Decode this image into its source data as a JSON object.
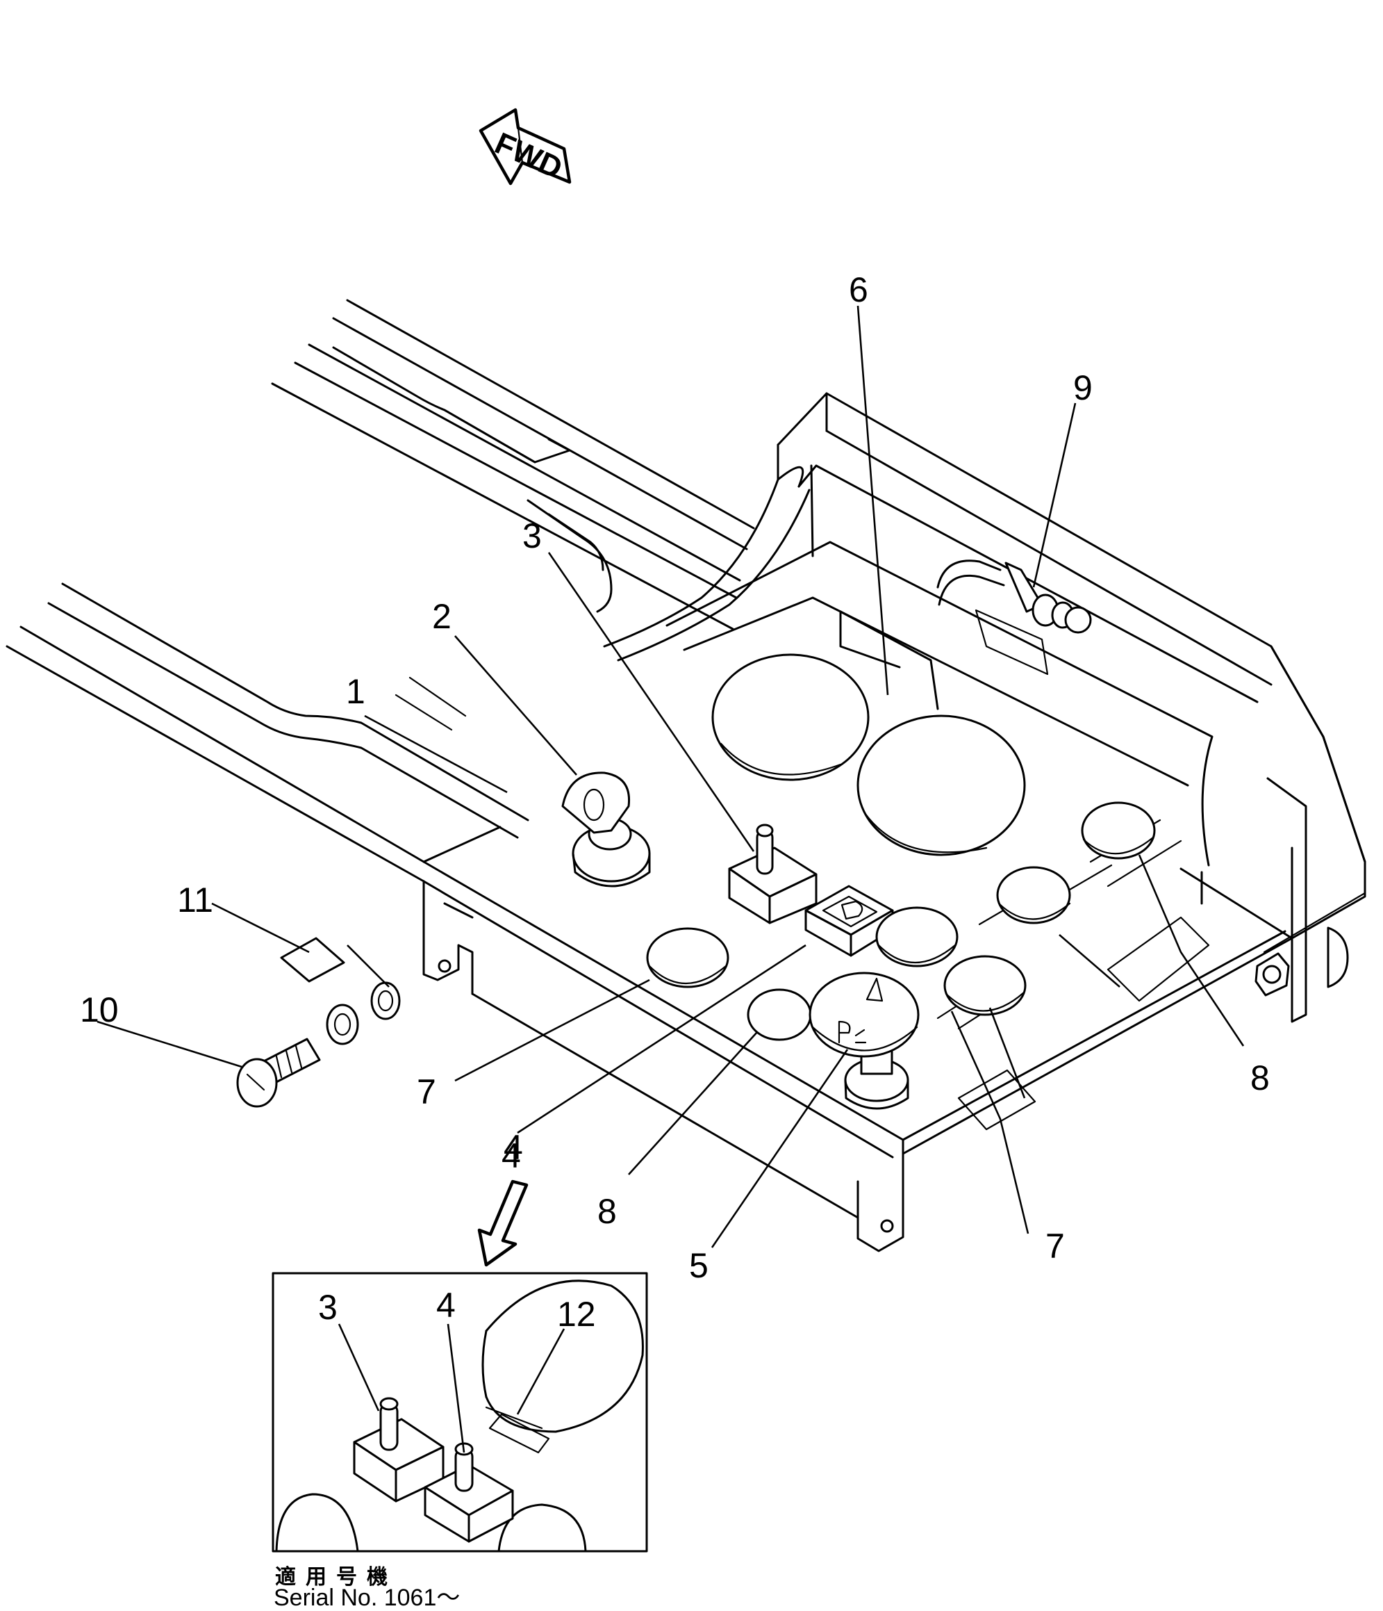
{
  "fwd_label": "FWD",
  "callouts": {
    "c1": "1",
    "c2": "2",
    "c3": "3",
    "c4": "4",
    "c5": "5",
    "c6": "6",
    "c7a": "7",
    "c7b": "7",
    "c8a": "8",
    "c8b": "8",
    "c9": "9",
    "c10": "10",
    "c11": "11"
  },
  "detail": {
    "arrow_label": "4",
    "callouts": {
      "c3": "3",
      "c4": "4",
      "c12": "12"
    }
  },
  "serial": {
    "applicable_label": "適用号機",
    "serial_text": "Serial No. 1061～"
  }
}
